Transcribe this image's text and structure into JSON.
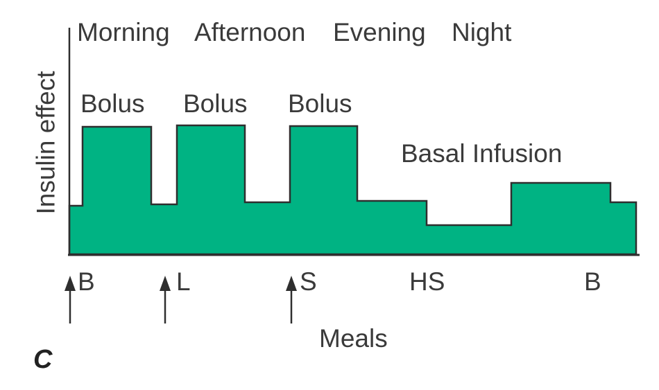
{
  "figure": {
    "periods": [
      "Morning",
      "Afternoon",
      "Evening",
      "Night"
    ],
    "bolus_labels": [
      "Bolus",
      "Bolus",
      "Bolus"
    ],
    "basal_label": "Basal Infusion",
    "y_axis_label": "Insulin effect",
    "meal_ticks": [
      "B",
      "L",
      "S",
      "HS",
      "B"
    ],
    "x_axis_label": "Meals",
    "panel_letter": "C"
  },
  "colors": {
    "fill": "#00b383",
    "outline": "#2e2e2e",
    "axis": "#2e2e2e",
    "text": "#3a3a3a"
  }
}
